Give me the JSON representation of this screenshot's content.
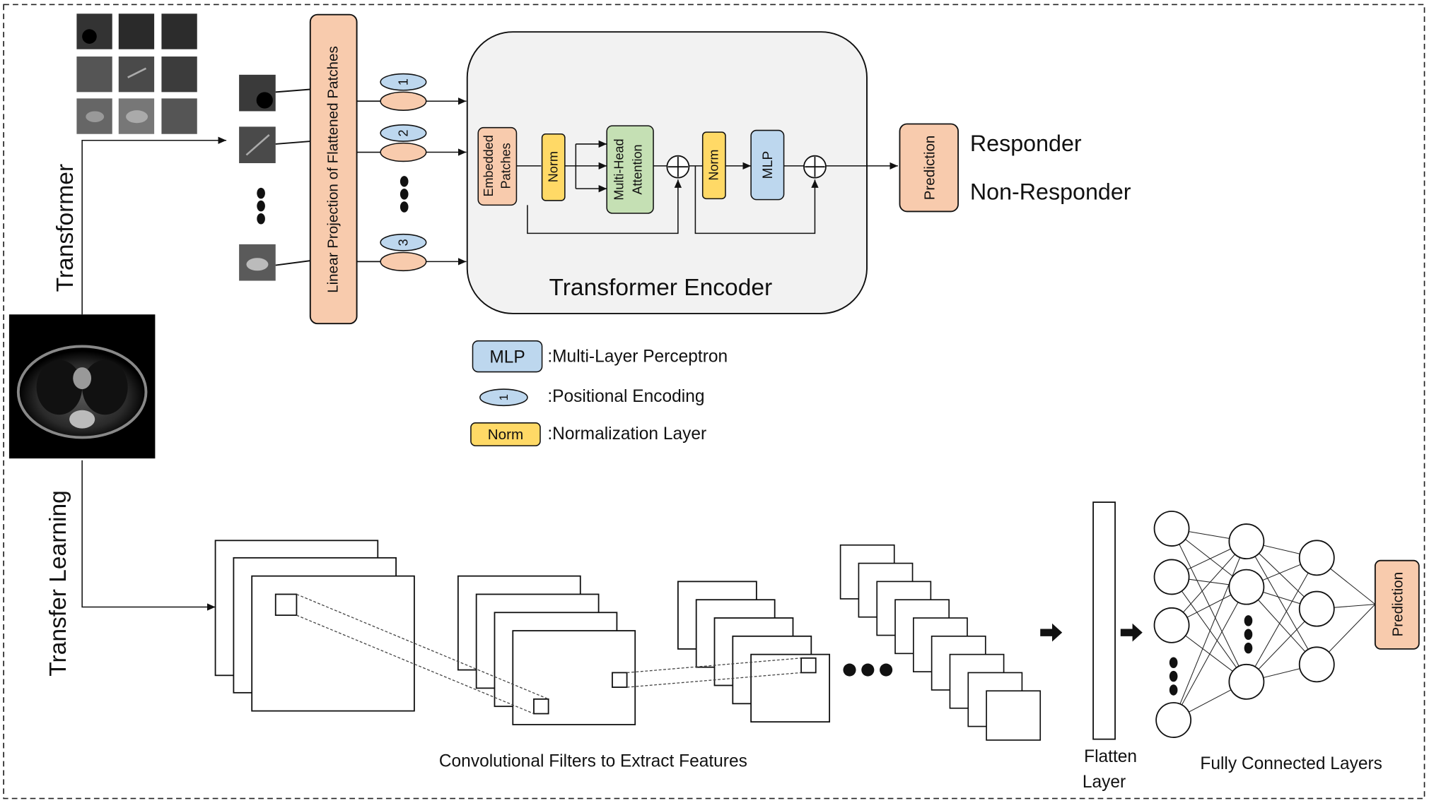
{
  "branches": {
    "transformer_label": "Transformer",
    "transfer_learning_label": "Transfer Learning"
  },
  "linear_projection_label": "Linear Projection of Flattened Patches",
  "positional_encodings": [
    "1",
    "2",
    "3"
  ],
  "encoder": {
    "title": "Transformer Encoder",
    "embedded_patches": [
      "Embedded",
      "Patches"
    ],
    "norm1": "Norm",
    "mha": [
      "Multi-Head",
      "Attention"
    ],
    "norm2": "Norm",
    "mlp": "MLP"
  },
  "prediction_label": "Prediction",
  "outputs": [
    "Responder",
    "Non-Responder"
  ],
  "legend": {
    "mlp_box": "MLP",
    "mlp_desc": ":Multi-Layer Perceptron",
    "pos_box": "1",
    "pos_desc": ":Positional Encoding",
    "norm_box": "Norm",
    "norm_desc": ":Normalization Layer"
  },
  "cnn": {
    "conv_label": "Convolutional Filters to Extract Features",
    "flatten_label": [
      "Flatten",
      "Layer"
    ],
    "fc_label": "Fully Connected Layers",
    "prediction_label": "Prediction"
  },
  "colors": {
    "salmon": "#f8cbad",
    "salmon_stroke": "#c55a11",
    "yellow": "#ffd966",
    "yellow_stroke": "#bf9000",
    "green": "#c5e0b4",
    "green_stroke": "#548235",
    "blue": "#bdd7ee",
    "blue_stroke": "#2e75b6",
    "encoder_bg": "#f2f2f2"
  }
}
